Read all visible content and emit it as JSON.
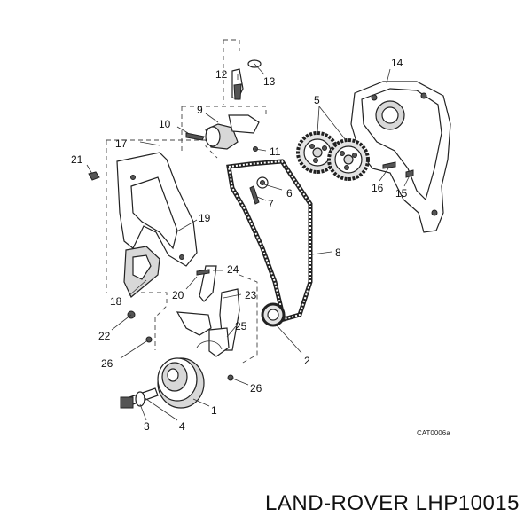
{
  "drawing_ref": "CAT0006a",
  "brand_text": "LAND-ROVER LHP10015",
  "callouts": [
    {
      "id": "c1",
      "label": "1"
    },
    {
      "id": "c2",
      "label": "2"
    },
    {
      "id": "c3",
      "label": "3"
    },
    {
      "id": "c4",
      "label": "4"
    },
    {
      "id": "c5",
      "label": "5"
    },
    {
      "id": "c6",
      "label": "6"
    },
    {
      "id": "c7",
      "label": "7"
    },
    {
      "id": "c8",
      "label": "8"
    },
    {
      "id": "c9",
      "label": "9"
    },
    {
      "id": "c10",
      "label": "10"
    },
    {
      "id": "c11",
      "label": "11"
    },
    {
      "id": "c12",
      "label": "12"
    },
    {
      "id": "c13",
      "label": "13"
    },
    {
      "id": "c14",
      "label": "14"
    },
    {
      "id": "c15",
      "label": "15"
    },
    {
      "id": "c16",
      "label": "16"
    },
    {
      "id": "c17",
      "label": "17"
    },
    {
      "id": "c18",
      "label": "18"
    },
    {
      "id": "c19",
      "label": "19"
    },
    {
      "id": "c20",
      "label": "20"
    },
    {
      "id": "c21",
      "label": "21"
    },
    {
      "id": "c22",
      "label": "22"
    },
    {
      "id": "c23",
      "label": "23"
    },
    {
      "id": "c24",
      "label": "24"
    },
    {
      "id": "c25",
      "label": "25"
    },
    {
      "id": "c26a",
      "label": "26"
    },
    {
      "id": "c26b",
      "label": "26"
    }
  ]
}
